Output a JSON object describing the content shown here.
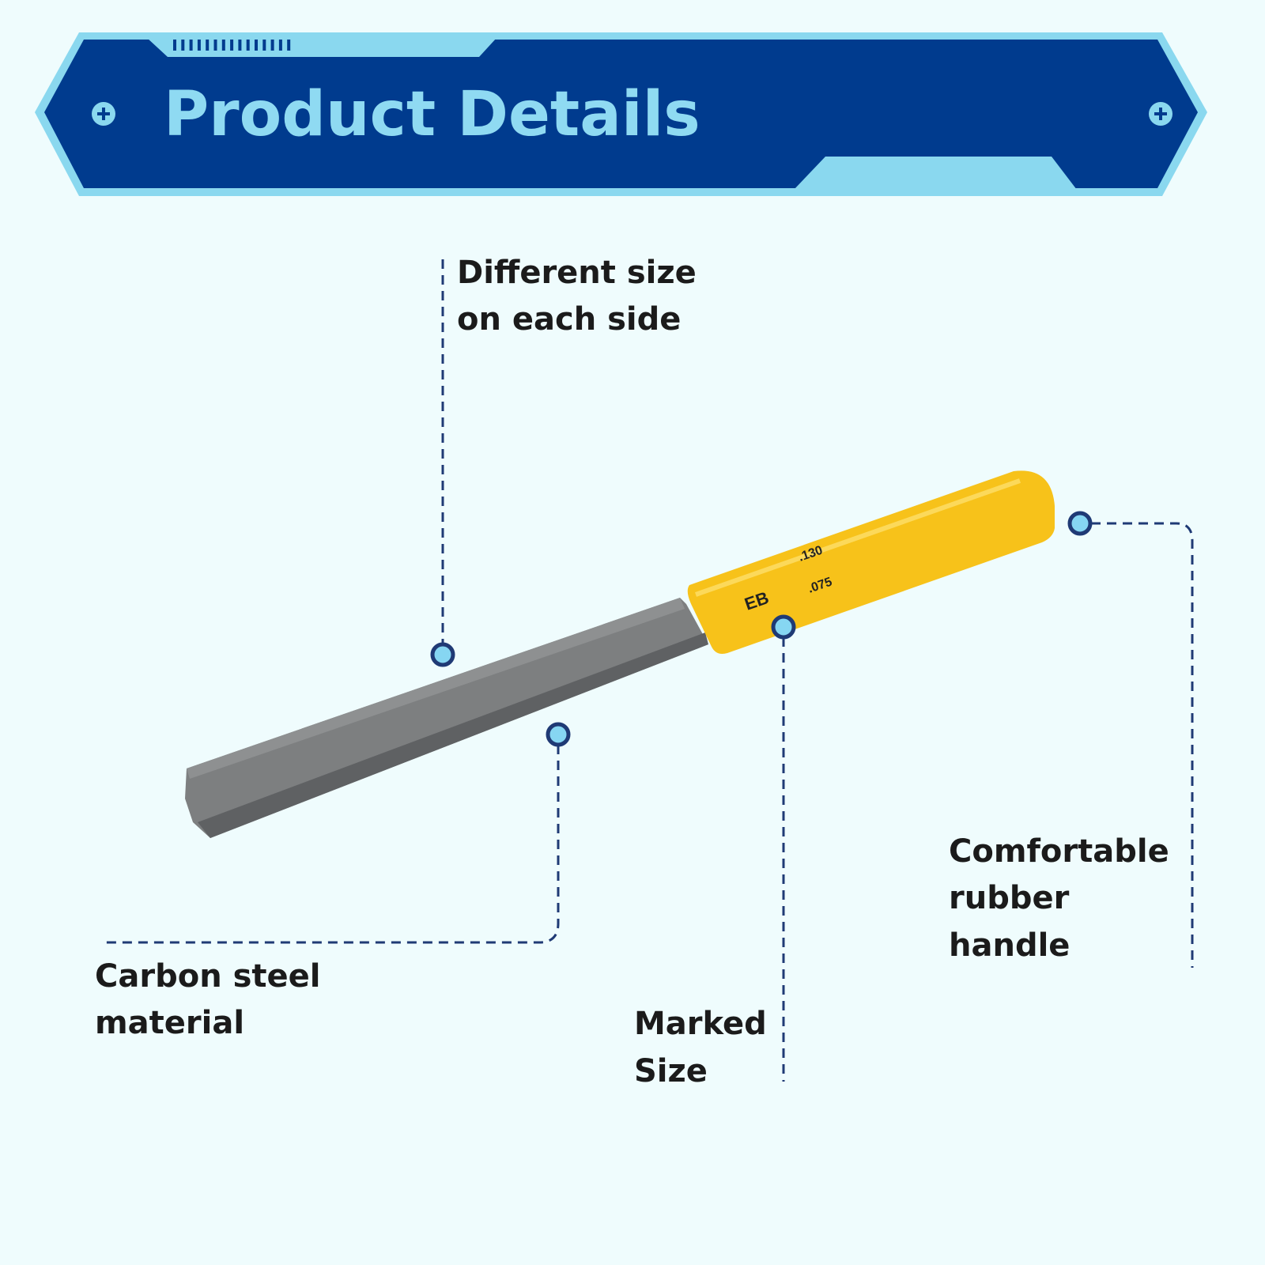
{
  "header": {
    "title": "Product Details",
    "icons": [
      "plus-circle-icon",
      "plus-circle-icon"
    ]
  },
  "colors": {
    "background": "#effcfd",
    "banner_dark": "#003b8e",
    "banner_light": "#8ad8ef",
    "handle": "#f7c21a",
    "blade": "#7d7f80",
    "callout_line": "#1f3a75"
  },
  "product": {
    "markings": {
      "brand": "EB",
      "size_top": ".130",
      "size_bottom": ".075"
    }
  },
  "callouts": [
    {
      "lines": [
        "Different size",
        "on each side"
      ]
    },
    {
      "lines": [
        "Carbon steel",
        "material"
      ]
    },
    {
      "lines": [
        "Marked",
        "Size"
      ]
    },
    {
      "lines": [
        "Comfortable",
        "rubber",
        "handle"
      ]
    }
  ]
}
